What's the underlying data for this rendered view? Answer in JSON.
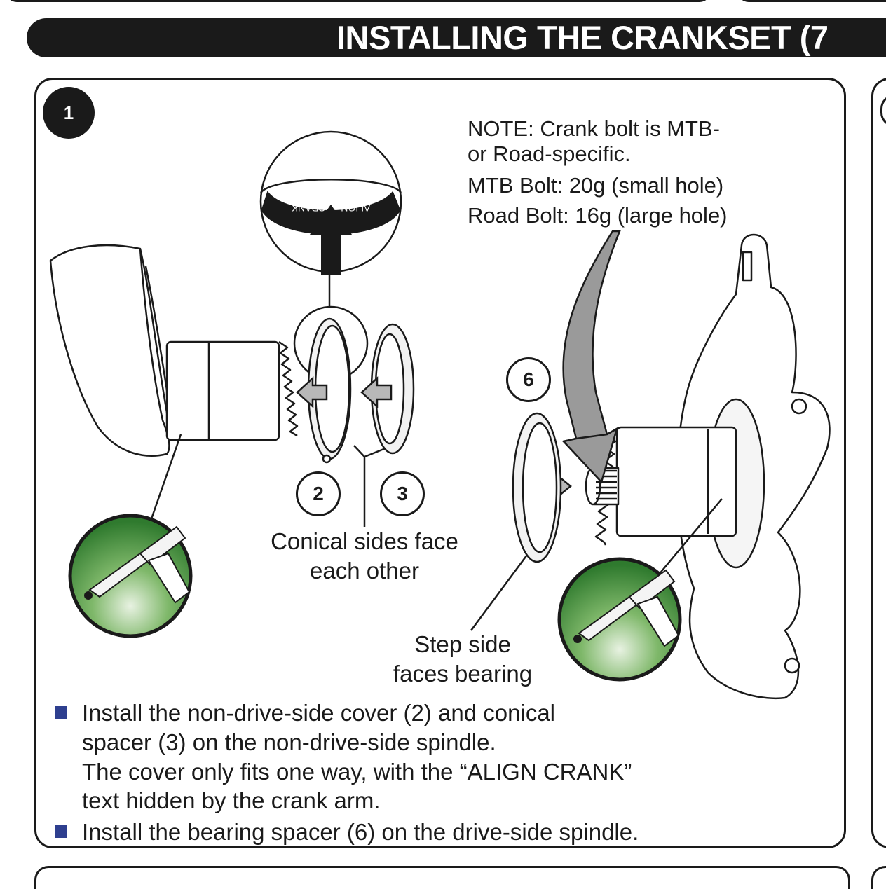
{
  "header": {
    "title": "INSTALLING THE CRANKSET (7"
  },
  "step": {
    "number": "1"
  },
  "note": {
    "lines": [
      "NOTE: Crank bolt is MTB-",
      "or Road-specific.",
      "MTB Bolt: 20g (small hole)",
      "Road Bolt: 16g (large hole)"
    ]
  },
  "detail_zoom": {
    "ring_text": "ALIGN ▲ CRANK"
  },
  "callouts": {
    "cover": "2",
    "conical_spacer": "3",
    "bearing_spacer": "6"
  },
  "labels": {
    "conical": [
      "Conical sides face",
      "each other"
    ],
    "step_side": [
      "Step side",
      "faces bearing"
    ]
  },
  "instructions": {
    "bullet1": [
      "Install the non-drive-side cover (2) and conical",
      "spacer (3) on the non-drive-side spindle.",
      "The cover only fits one way, with the “ALIGN CRANK”",
      "text hidden by the crank arm."
    ],
    "bullet2": "Install the bearing spacer (6) on the drive-side spindle."
  },
  "colors": {
    "bullet": "#2e3f8f",
    "grease_green": "#3f8a3a",
    "title_bg": "#1a1a1a",
    "arrow_gray": "#8c8c8c"
  },
  "icons": [
    "grease-gun-icon",
    "up-arrow-icon",
    "push-arrow-icon"
  ]
}
